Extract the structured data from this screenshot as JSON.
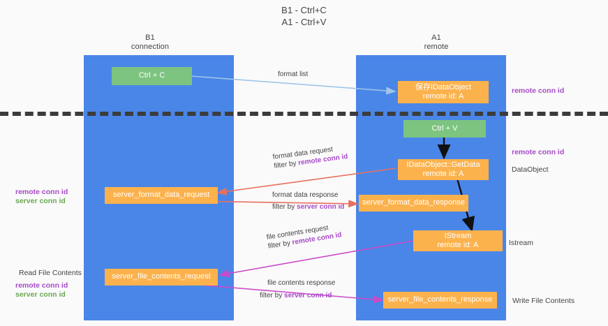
{
  "title": {
    "line1": "B1 - Ctrl+C",
    "line2": "A1 - Ctrl+V"
  },
  "lanes": [
    {
      "id": "b1",
      "title_line1": "B1",
      "title_line2": "connection",
      "color": "#4a86e8"
    },
    {
      "id": "a1",
      "title_line1": "A1",
      "title_line2": "remote",
      "color": "#4a86e8"
    }
  ],
  "nodes": {
    "ctrl_c": {
      "label": "Ctrl + C",
      "sub": "",
      "kind": "green"
    },
    "save_idataobject": {
      "label": "保存IDataObject",
      "sub": "remote id: A",
      "kind": "orange"
    },
    "ctrl_v": {
      "label": "Ctrl + V",
      "sub": "",
      "kind": "green"
    },
    "getdata": {
      "label": "IDataObject::GetData",
      "sub": "remote id: A",
      "kind": "orange"
    },
    "fmt_req": {
      "label": "server_format_data_request",
      "sub": "",
      "kind": "orange"
    },
    "fmt_resp": {
      "label": "server_format_data_response",
      "sub": "",
      "kind": "orange"
    },
    "istream": {
      "label": "IStream",
      "sub": "remote id: A",
      "kind": "orange"
    },
    "file_req": {
      "label": "server_file_contents_request",
      "sub": "",
      "kind": "orange"
    },
    "file_resp": {
      "label": "server_file_contents_response",
      "sub": "",
      "kind": "orange"
    }
  },
  "edge_labels": {
    "format_list": {
      "text": "format list"
    },
    "format_data_request": {
      "line1": "format data request",
      "line2_prefix": "filter by ",
      "line2_key": "remote conn id"
    },
    "format_data_response": {
      "line1": "format data response",
      "line2_prefix": "filter by ",
      "line2_key": "server conn id"
    },
    "file_contents_request": {
      "line1": "file contents request",
      "line2_prefix": "filter by ",
      "line2_key": "remote conn id"
    },
    "file_contents_response": {
      "line1": "file contents response",
      "line2_prefix": "filter by ",
      "line2_key": "server conn id"
    }
  },
  "annotations": {
    "right_remote_conn_top": "remote conn id",
    "right_remote_conn_mid": "remote conn id",
    "right_dataobject": "DataObject",
    "right_istream": "Istream",
    "right_write_file": "Write File Contents",
    "left_remote_conn_id_1": "remote conn id",
    "left_server_conn_id_1": "server conn id",
    "left_read_file": "Read File Contents",
    "left_remote_conn_id_2": "remote conn id",
    "left_server_conn_id_2": "server conn id"
  },
  "colors": {
    "lane": "#4a86e8",
    "green_node": "#7cc47f",
    "orange_node": "#fcb24c",
    "purple": "#a64ac9",
    "green_text": "#6aa84f",
    "arrow_blue": "#9fc5e8",
    "arrow_red": "#e8705f",
    "arrow_magenta": "#cc4ac9",
    "arrow_black": "#111111",
    "separator": "#3c3c3c",
    "background": "#fafafa"
  }
}
